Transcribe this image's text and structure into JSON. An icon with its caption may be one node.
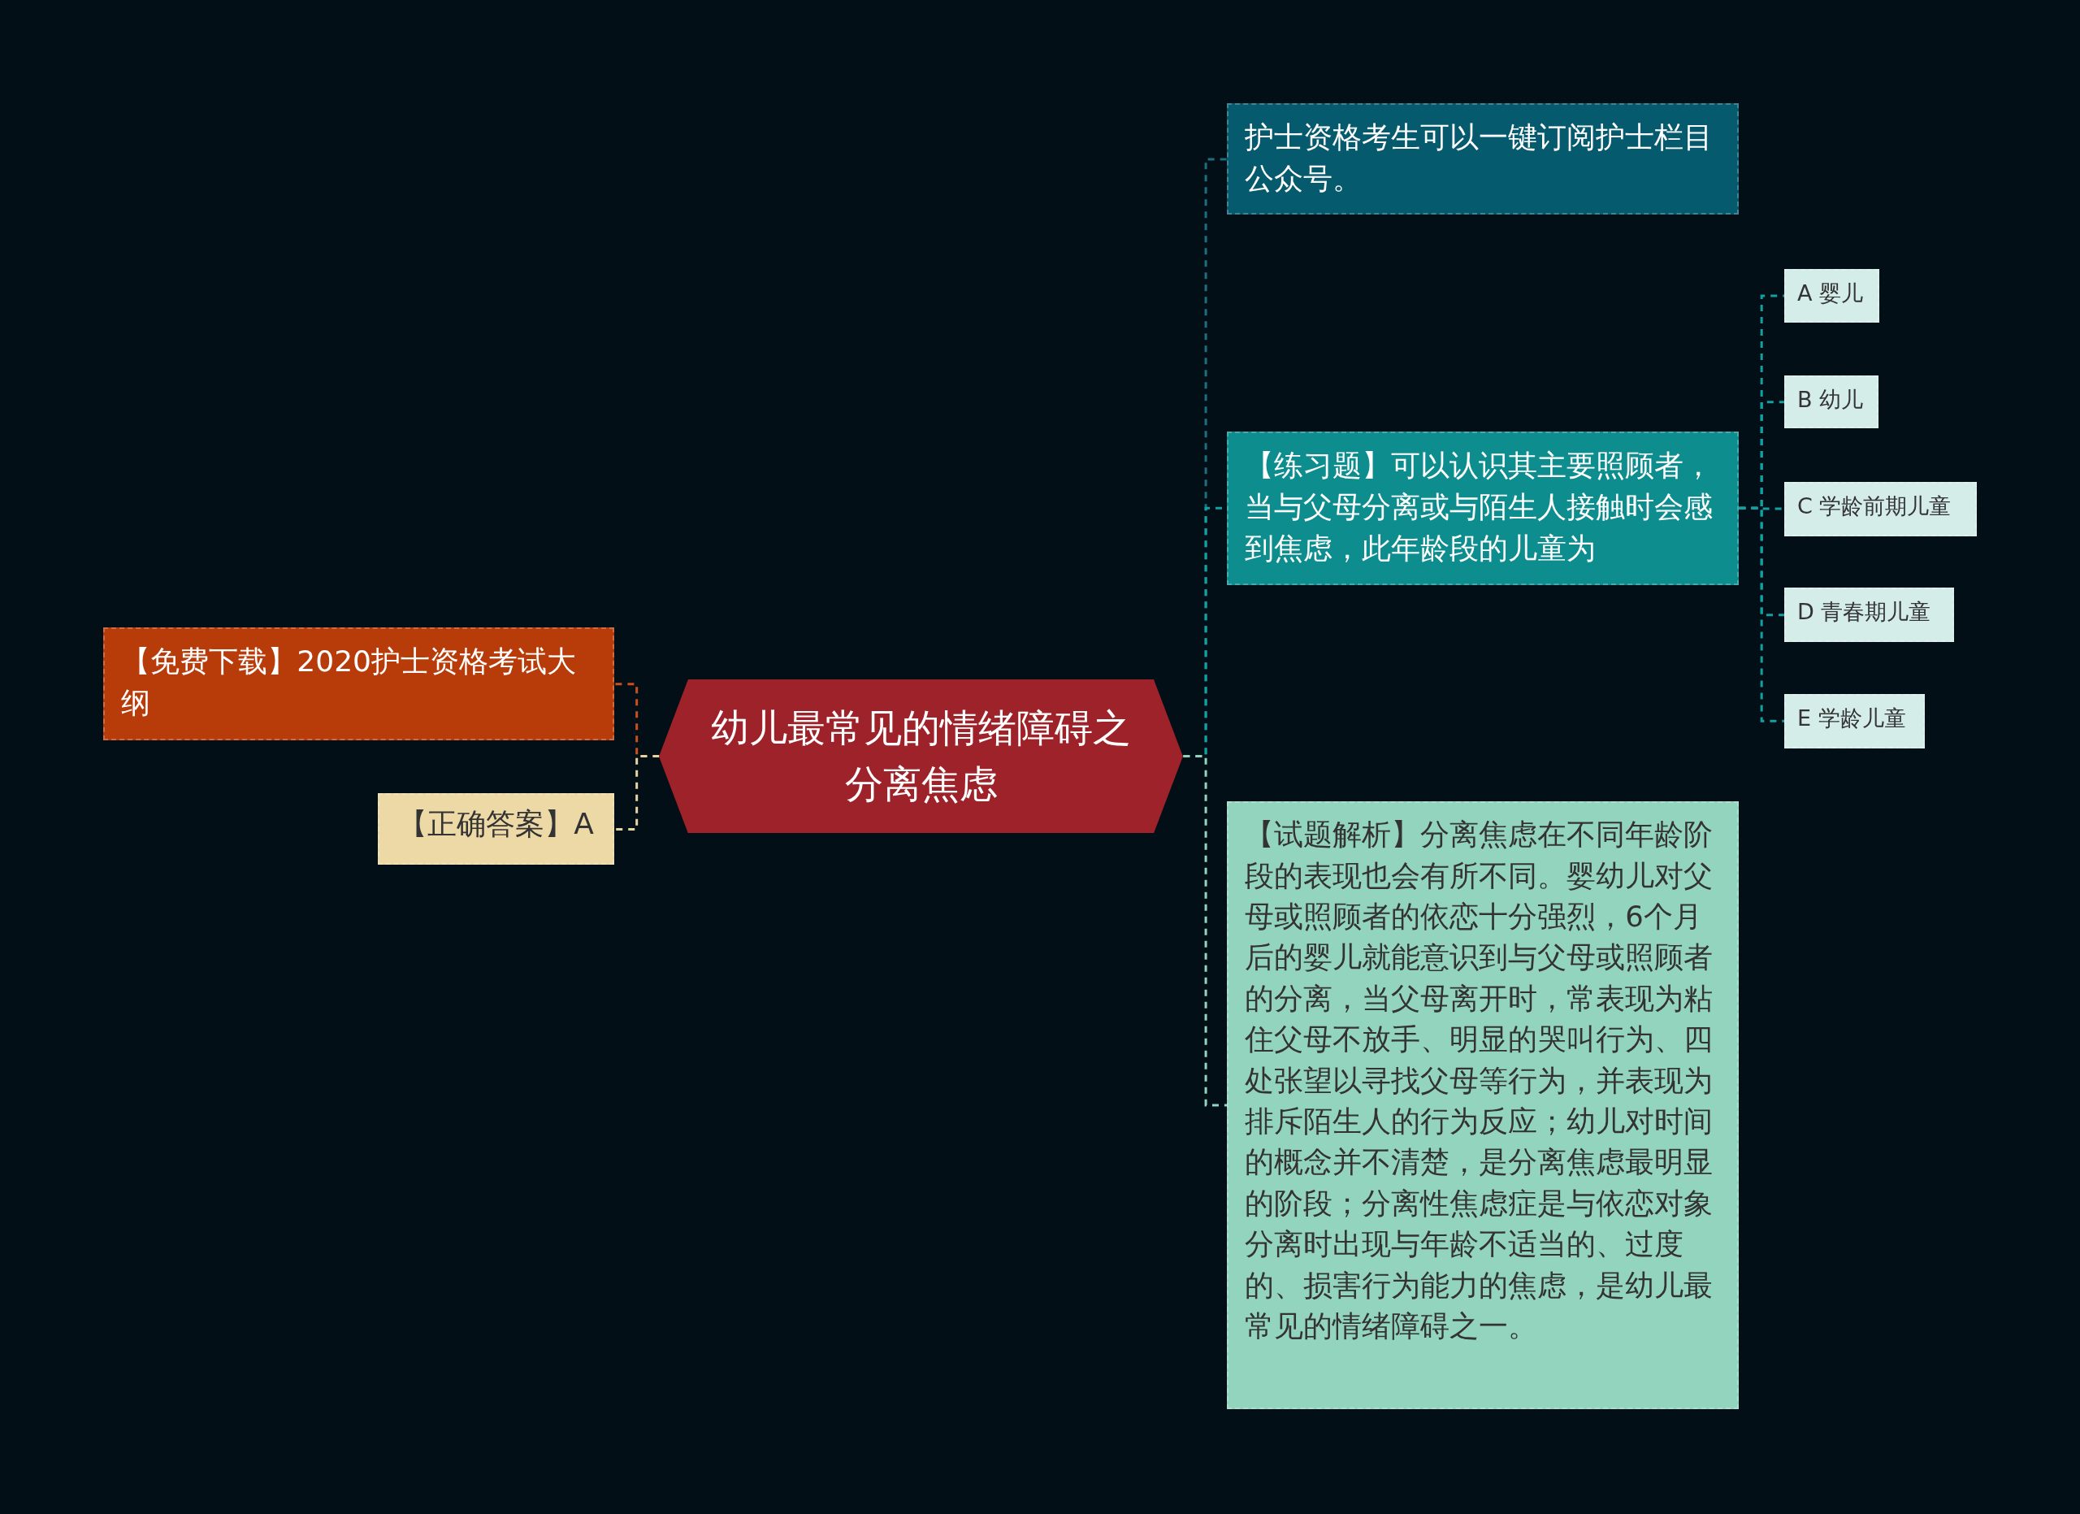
{
  "diagram": {
    "nodes": [
      {
        "text": [
          "幼儿最常见的情绪障碍之分离焦虑"
        ]
      },
      {
        "text": [
          "【免费下载】2020护士资格考试大纲"
        ]
      },
      {
        "text": [
          "【正确答案】A"
        ]
      },
      {
        "text": [
          "护士资格考生可以一键订阅护士栏目公众号。"
        ]
      },
      {
        "text": [
          "【练习题】可以认识其主要照顾者，当与父母分离或与陌生人接触时会感到焦虑，此年龄段的儿童为"
        ]
      },
      {
        "text": [
          "A 婴儿"
        ]
      },
      {
        "text": [
          "B 幼儿"
        ]
      },
      {
        "text": [
          "C 学龄前期儿童"
        ]
      },
      {
        "text": [
          "D 青春期儿童"
        ]
      },
      {
        "text": [
          "E 学龄儿童"
        ]
      },
      {
        "text": [
          "【试题解析】分离焦虑在不同年龄阶段的表现也会有所不同。婴幼儿对父母或照顾者的依恋十分强烈，6个月后的婴儿就能意识到与父母或照顾者的分离，当父母离开时，常表现为粘住父母不放手、明显的哭叫行为、四处张望以寻找父母等行为，并表现为排斥陌生人的行为反应；幼儿对时间的概念并不清楚，是分离焦虑最明显的阶段；分离性焦虑症是与依恋对象分离时出现与年龄不适当的、过度的、损害行为能力的焦虑，是幼儿最常见的情绪障碍之一。"
        ]
      }
    ],
    "edges": [
      {
        "from": 0,
        "to": 1,
        "arrow": "none",
        "style": "dashed",
        "color": "#c9501c"
      },
      {
        "from": 0,
        "to": 2,
        "arrow": "none",
        "style": "dashed",
        "color": "#e8d49e"
      },
      {
        "from": 0,
        "to": 3,
        "arrow": "none",
        "style": "dashed",
        "color": "#1d6f80"
      },
      {
        "from": 0,
        "to": 4,
        "arrow": "none",
        "style": "dashed",
        "color": "#13a0a0"
      },
      {
        "from": 0,
        "to": 10,
        "arrow": "none",
        "style": "dashed",
        "color": "#93d4bf"
      },
      {
        "from": 4,
        "to": 5,
        "arrow": "none",
        "style": "dashed",
        "color": "#13a0a0"
      },
      {
        "from": 4,
        "to": 6,
        "arrow": "none",
        "style": "dashed",
        "color": "#13a0a0"
      },
      {
        "from": 4,
        "to": 7,
        "arrow": "none",
        "style": "dashed",
        "color": "#13a0a0"
      },
      {
        "from": 4,
        "to": 8,
        "arrow": "none",
        "style": "dashed",
        "color": "#13a0a0"
      },
      {
        "from": 4,
        "to": 9,
        "arrow": "none",
        "style": "dashed",
        "color": "#13a0a0"
      }
    ]
  }
}
